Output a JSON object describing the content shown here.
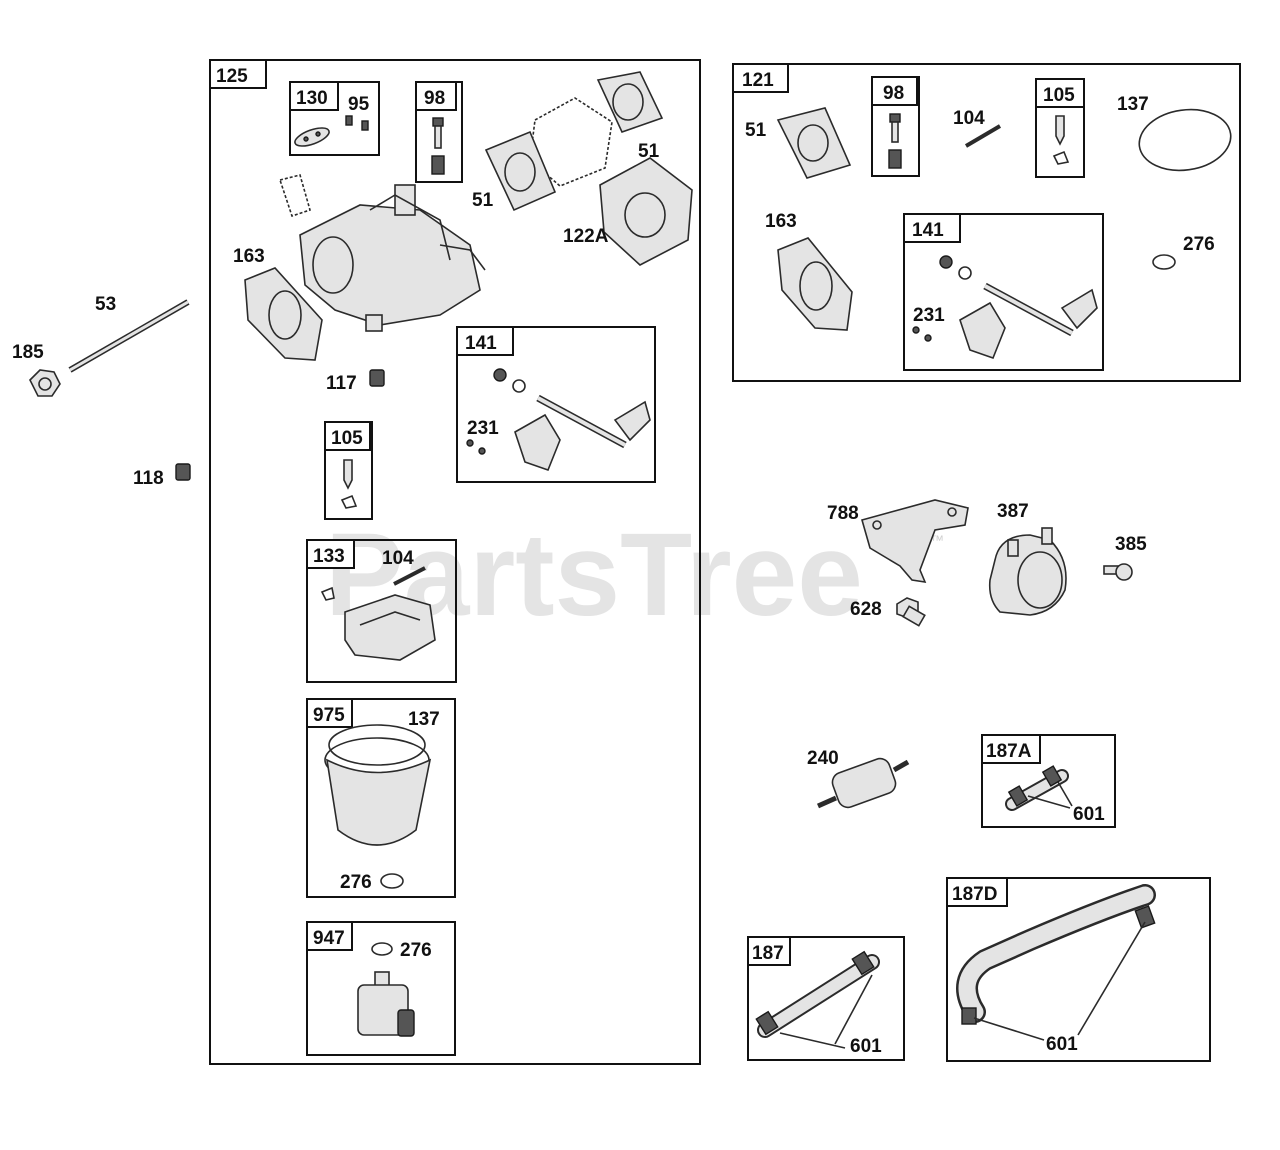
{
  "watermark": {
    "text": "PartsTree",
    "mark": "™"
  },
  "groups": {
    "g125": "125",
    "g130": "130",
    "g98a": "98",
    "g141a": "141",
    "g105a": "105",
    "g133": "133",
    "g975": "975",
    "g947": "947",
    "g121": "121",
    "g98b": "98",
    "g105b": "105",
    "g141b": "141",
    "g187A": "187A",
    "g187": "187",
    "g187D": "187D"
  },
  "callouts": {
    "p95": "95",
    "p51a": "51",
    "p51b": "51",
    "p122A": "122A",
    "p163a": "163",
    "p53": "53",
    "p185": "185",
    "p117": "117",
    "p118": "118",
    "p231a": "231",
    "p104a": "104",
    "p137a": "137",
    "p276a": "276",
    "p276b": "276",
    "p51c": "51",
    "p104b": "104",
    "p137b": "137",
    "p163b": "163",
    "p276c": "276",
    "p231b": "231",
    "p788": "788",
    "p387": "387",
    "p385": "385",
    "p628": "628",
    "p240": "240",
    "p601a": "601",
    "p601b": "601",
    "p601c": "601"
  }
}
